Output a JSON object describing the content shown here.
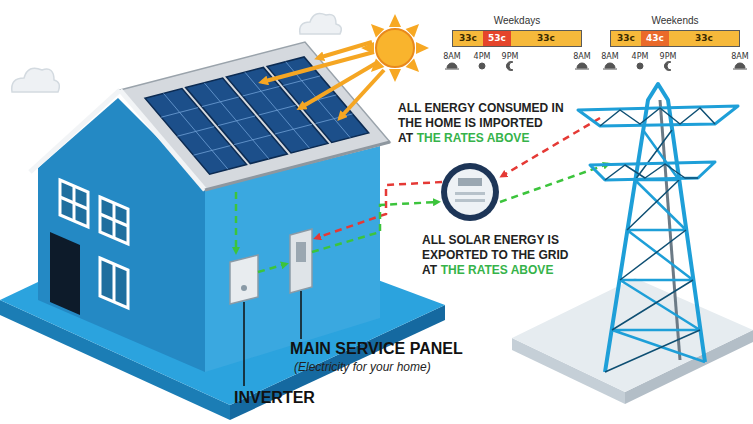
{
  "diagram": {
    "nodes": [
      {
        "text": [
          "Weekdays"
        ]
      },
      {
        "text": [
          "33c"
        ],
        "in": 0
      },
      {
        "text": [
          "53c"
        ],
        "in": 0
      },
      {
        "text": [
          "33c"
        ],
        "in": 0
      },
      {
        "text": [
          "Weekends"
        ]
      },
      {
        "text": [
          "33c"
        ],
        "in": 4
      },
      {
        "text": [
          "43c"
        ],
        "in": 4
      },
      {
        "text": [
          "33c"
        ],
        "in": 4
      }
    ],
    "labels": [
      "8AM",
      "4PM",
      "9PM",
      "8AM",
      "8AM",
      "4PM",
      "9PM",
      "8AM",
      "ALL ENERGY CONSUMED IN THE HOME IS IMPORTED AT",
      "THE RATES ABOVE",
      "ALL SOLAR ENERGY IS EXPORTED TO THE GRID AT",
      "THE RATES ABOVE",
      "MAIN SERVICE PANEL",
      "(Electricity for your home)",
      "INVERTER"
    ]
  }
}
